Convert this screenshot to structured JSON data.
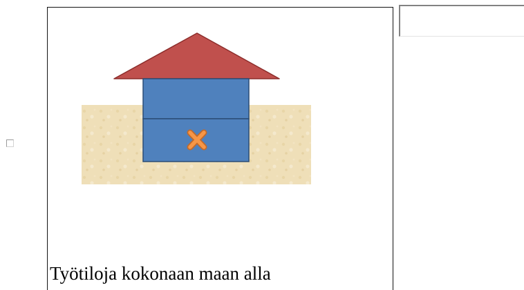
{
  "option": {
    "caption": "Työtiloja kokonaan maan alla",
    "checked": false,
    "illustration": {
      "icon": "house-underground-illustration",
      "marker_glyph": "x-mark",
      "colors": {
        "roof": "#c0504d",
        "roof_outline": "#8c2d2b",
        "walls": "#4f81bd",
        "walls_outline": "#2c4d76",
        "ground": "#eedcb3",
        "marker": "#f79646",
        "marker_outline": "#c26a2b"
      }
    }
  },
  "answer": {
    "value": ""
  }
}
